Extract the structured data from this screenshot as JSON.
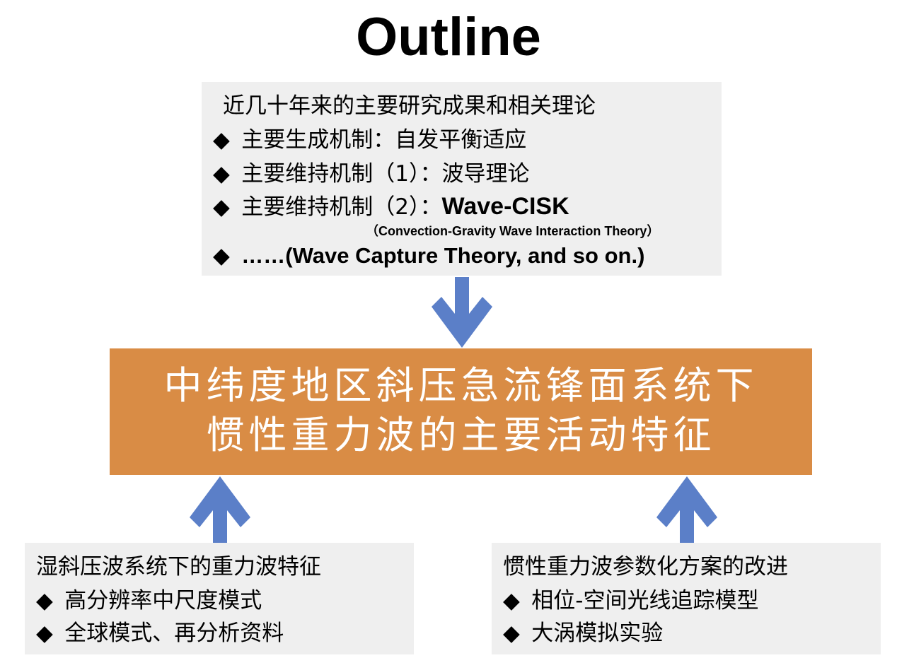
{
  "title": "Outline",
  "top_box": {
    "heading": "近几十年来的主要研究成果和相关理论",
    "items": [
      {
        "text": "主要生成机制：自发平衡适应"
      },
      {
        "text": "主要维持机制（1）：波导理论"
      },
      {
        "text_cn": "主要维持机制（2）：",
        "text_en": "Wave-CISK",
        "note": "（Convection-Gravity Wave Interaction Theory）"
      },
      {
        "text": "……(Wave Capture Theory, and so on.)"
      }
    ]
  },
  "center_box": {
    "line1": "中纬度地区斜压急流锋面系统下",
    "line2": "惯性重力波的主要活动特征"
  },
  "bottom_left": {
    "heading": "湿斜压波系统下的重力波特征",
    "items": [
      "高分辨率中尺度模式",
      "全球模式、再分析资料"
    ]
  },
  "bottom_right": {
    "heading": "惯性重力波参数化方案的改进",
    "items": [
      "相位-空间光线追踪模型",
      "大涡模拟实验"
    ]
  },
  "bullet": "◆",
  "colors": {
    "arrow": "#5b7fc8",
    "center": "#d98c45",
    "box": "#efefef"
  }
}
